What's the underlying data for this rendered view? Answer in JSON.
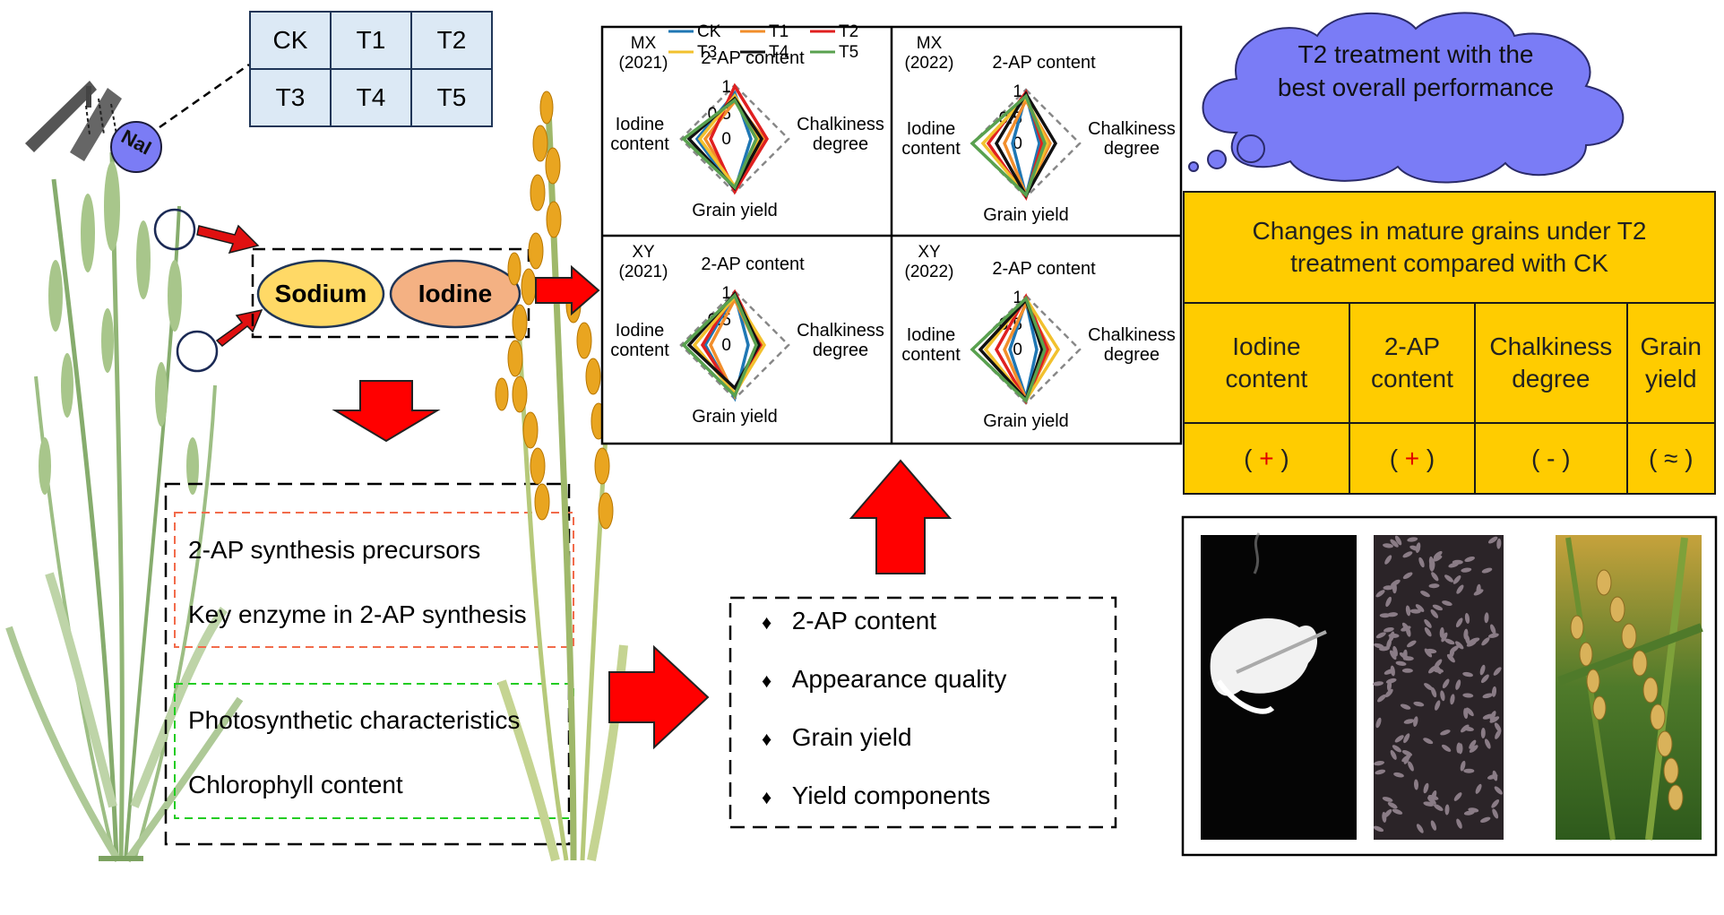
{
  "treatments": {
    "rows": [
      [
        "CK",
        "T1",
        "T2"
      ],
      [
        "T3",
        "T4",
        "T5"
      ]
    ],
    "reagent": "NaI"
  },
  "elements": {
    "sodium": "Sodium",
    "iodine": "Iodine"
  },
  "mechanisms": {
    "aroma": [
      "2-AP synthesis precursors",
      "Key enzyme in 2-AP synthesis"
    ],
    "photosynthesis": [
      "Photosynthetic characteristics",
      "Chlorophyll content"
    ]
  },
  "measurements": [
    "2-AP content",
    "Appearance quality",
    "Grain yield",
    "Yield components"
  ],
  "bullet_symbol": "♦",
  "radar": {
    "legend": [
      "CK",
      "T1",
      "T2",
      "T3",
      "T4",
      "T5"
    ],
    "colors": {
      "CK": "#1f77b4",
      "T1": "#f28e2b",
      "T2": "#e02020",
      "T3": "#f2c12e",
      "T4": "#111111",
      "T5": "#59a14f"
    },
    "axes": {
      "top": "2-AP content",
      "right": "Chalkiness degree",
      "bottom": "Grain yield",
      "left": "Iodine content"
    },
    "ticks": [
      "1",
      "0.5",
      "0"
    ],
    "panels": [
      {
        "site": "MX",
        "year": "(2021)"
      },
      {
        "site": "MX",
        "year": "(2022)"
      },
      {
        "site": "XY",
        "year": "(2021)"
      },
      {
        "site": "XY",
        "year": "(2022)"
      }
    ]
  },
  "cloud": {
    "text": "T2 treatment with the best overall performance"
  },
  "summary": {
    "title": "Changes in mature grains under T2 treatment compared with CK",
    "headers": [
      "Iodine content",
      "2-AP content",
      "Chalkiness degree",
      "Grain yield"
    ],
    "signs": [
      {
        "open": "( ",
        "sym": "+",
        "close": " )"
      },
      {
        "open": "( ",
        "sym": "+",
        "close": " )"
      },
      {
        "open": "( ",
        "sym": "-",
        "close": " )"
      },
      {
        "open": "( ",
        "sym": "≈",
        "close": " )"
      }
    ]
  },
  "photos": [
    "cooked-rice",
    "milled-grains",
    "rice-panicles"
  ]
}
